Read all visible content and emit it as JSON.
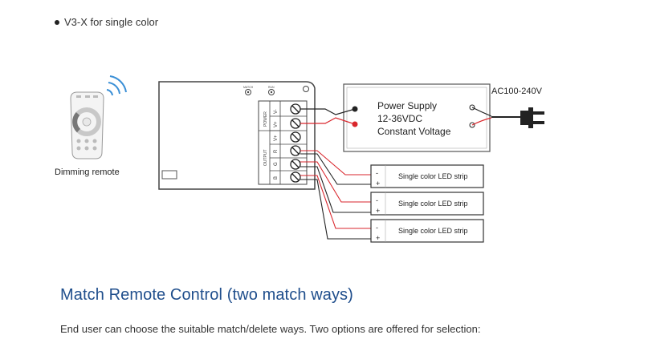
{
  "header": {
    "bullet_text": "V3-X for single color"
  },
  "remote": {
    "label": "Dimming remote"
  },
  "controller": {
    "terminal_group_power": "POWER",
    "terminal_group_output": "OUTPUT",
    "terminals": [
      "V-",
      "V+",
      "V+",
      "R",
      "G",
      "B"
    ],
    "top_led_labels": [
      "MATCH",
      "RUN"
    ]
  },
  "power_supply": {
    "lines": [
      "Power Supply",
      "12-36VDC",
      "Constant Voltage"
    ]
  },
  "mains": {
    "label": "AC100-240V"
  },
  "led_strips": [
    {
      "label": "Single color LED strip"
    },
    {
      "label": "Single color LED strip"
    },
    {
      "label": "Single color LED strip"
    }
  ],
  "section": {
    "heading": "Match Remote Control (two match ways)",
    "body": "End user can choose the suitable match/delete ways. Two options are offered for selection:"
  },
  "colors": {
    "heading": "#1f4e8c",
    "wire_red": "#d9262c",
    "wire_black": "#222222",
    "remote_arc": "#3a8fd6"
  },
  "icons": [
    "remote-icon",
    "wireless-signal-icon",
    "plug-icon"
  ]
}
